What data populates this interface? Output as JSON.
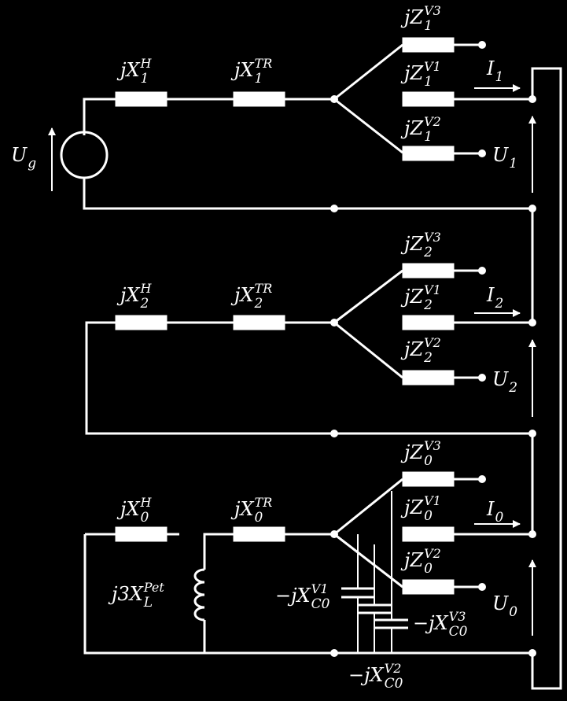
{
  "labels": {
    "ug": {
      "base": "U",
      "sub": "g",
      "sup": ""
    },
    "xh1": {
      "base": "jX",
      "sub": "1",
      "sup": "H"
    },
    "xtr1": {
      "base": "jX",
      "sub": "1",
      "sup": "TR"
    },
    "zv3_1": {
      "base": "jZ",
      "sub": "1",
      "sup": "V3"
    },
    "zv1_1": {
      "base": "jZ",
      "sub": "1",
      "sup": "V1"
    },
    "zv2_1": {
      "base": "jZ",
      "sub": "1",
      "sup": "V2"
    },
    "i1": {
      "base": "I",
      "sub": "1",
      "sup": ""
    },
    "u1": {
      "base": "U",
      "sub": "1",
      "sup": ""
    },
    "xh2": {
      "base": "jX",
      "sub": "2",
      "sup": "H"
    },
    "xtr2": {
      "base": "jX",
      "sub": "2",
      "sup": "TR"
    },
    "zv3_2": {
      "base": "jZ",
      "sub": "2",
      "sup": "V3"
    },
    "zv1_2": {
      "base": "jZ",
      "sub": "2",
      "sup": "V1"
    },
    "zv2_2": {
      "base": "jZ",
      "sub": "2",
      "sup": "V2"
    },
    "i2": {
      "base": "I",
      "sub": "2",
      "sup": ""
    },
    "u2": {
      "base": "U",
      "sub": "2",
      "sup": ""
    },
    "xh0": {
      "base": "jX",
      "sub": "0",
      "sup": "H"
    },
    "xtr0": {
      "base": "jX",
      "sub": "0",
      "sup": "TR"
    },
    "zv3_0": {
      "base": "jZ",
      "sub": "0",
      "sup": "V3"
    },
    "zv1_0": {
      "base": "jZ",
      "sub": "0",
      "sup": "V1"
    },
    "zv2_0": {
      "base": "jZ",
      "sub": "0",
      "sup": "V2"
    },
    "i0": {
      "base": "I",
      "sub": "0",
      "sup": ""
    },
    "u0": {
      "base": "U",
      "sub": "0",
      "sup": ""
    },
    "xlpet": {
      "base": "j3X",
      "sub": "L",
      "sup": "Pet"
    },
    "xcv1": {
      "base": "−jX",
      "sub": "C0",
      "sup": "V1"
    },
    "xcv3": {
      "base": "−jX",
      "sub": "C0",
      "sup": "V3"
    },
    "xcv2": {
      "base": "−jX",
      "sub": "C0",
      "sup": "V2"
    }
  }
}
